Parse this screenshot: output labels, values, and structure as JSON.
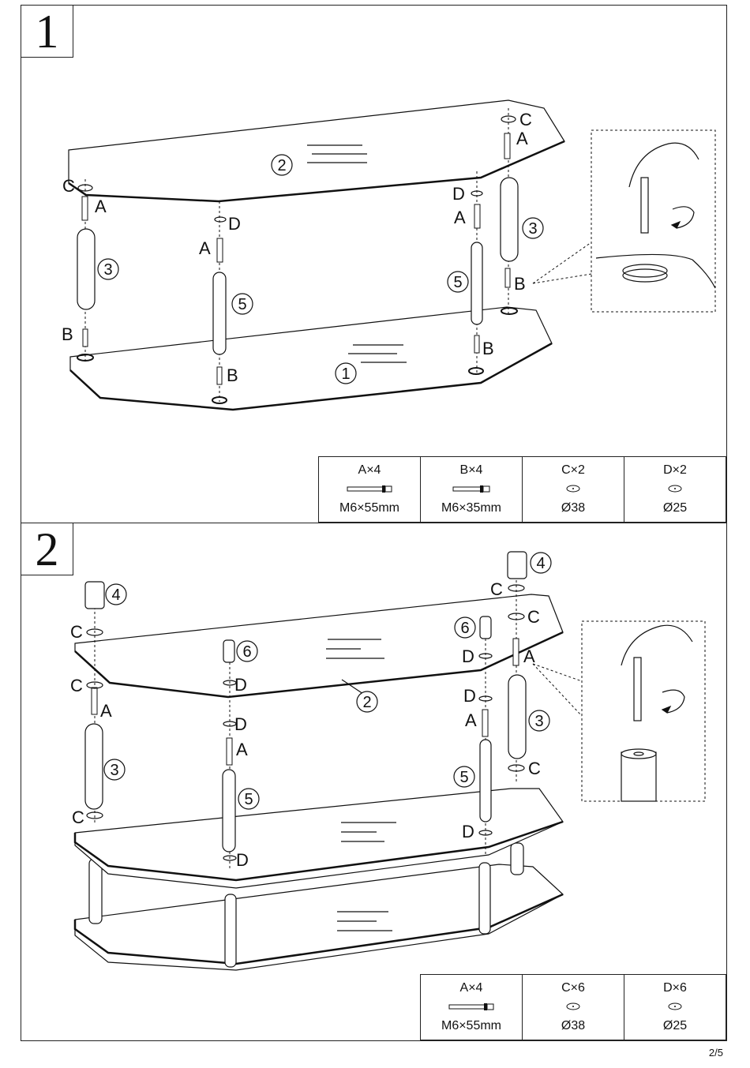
{
  "page_number": "2/5",
  "step1": {
    "number": "1",
    "callouts": {
      "part_numbers": [
        "1",
        "2",
        "3",
        "3",
        "5",
        "5"
      ],
      "letters": [
        "A",
        "A",
        "A",
        "A",
        "B",
        "B",
        "B",
        "B",
        "C",
        "C",
        "D",
        "D"
      ]
    },
    "parts": [
      {
        "label": "A×4",
        "spec": "M6×55mm",
        "icon": "long-bolt-icon"
      },
      {
        "label": "B×4",
        "spec": "M6×35mm",
        "icon": "short-bolt-icon"
      },
      {
        "label": "C×2",
        "spec": "Ø38",
        "icon": "washer-icon"
      },
      {
        "label": "D×2",
        "spec": "Ø25",
        "icon": "washer-icon"
      }
    ]
  },
  "step2": {
    "number": "2",
    "callouts": {
      "part_numbers": [
        "2",
        "3",
        "3",
        "4",
        "4",
        "5",
        "5",
        "6",
        "6"
      ],
      "letters": [
        "A",
        "A",
        "A",
        "A",
        "C",
        "C",
        "C",
        "C",
        "C",
        "C",
        "D",
        "D",
        "D",
        "D",
        "D",
        "D"
      ]
    },
    "parts": [
      {
        "label": "A×4",
        "spec": "M6×55mm",
        "icon": "long-bolt-icon"
      },
      {
        "label": "C×6",
        "spec": "Ø38",
        "icon": "washer-icon"
      },
      {
        "label": "D×6",
        "spec": "Ø25",
        "icon": "washer-icon"
      }
    ]
  }
}
